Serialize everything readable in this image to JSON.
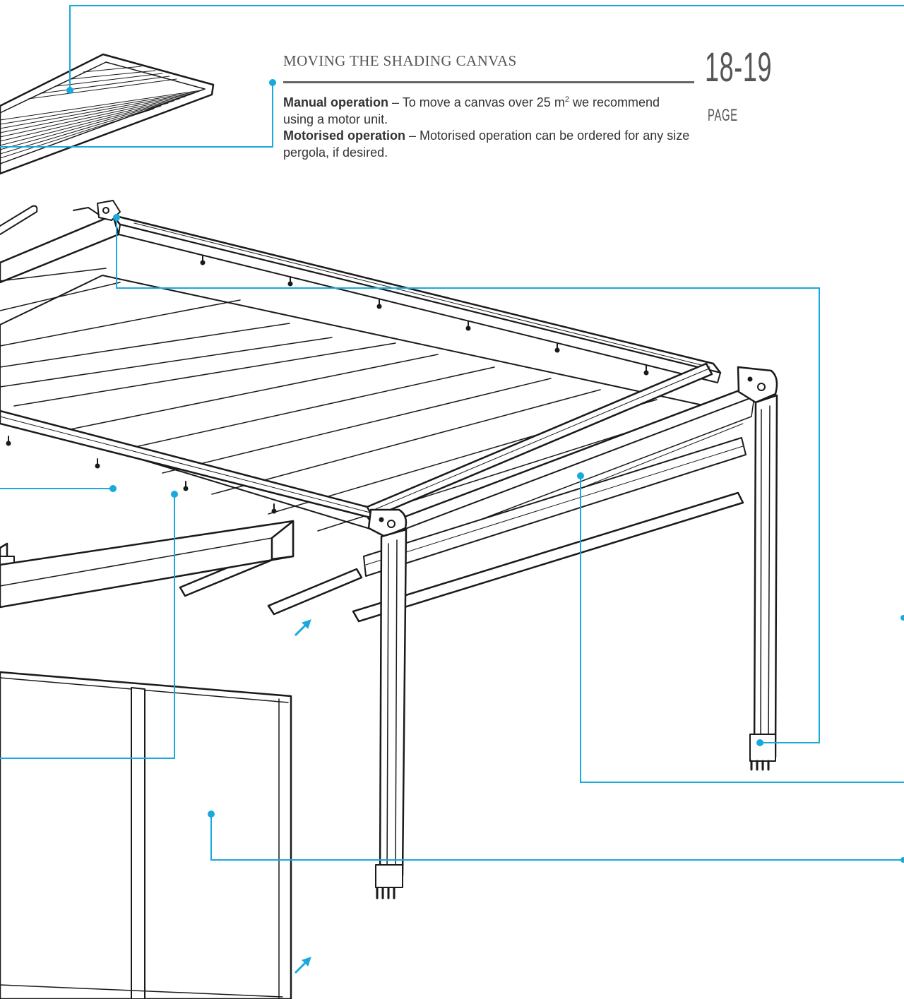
{
  "section": {
    "heading": "MOVING THE SHADING CANVAS",
    "page_range": "18-19",
    "page_label": "PAGE"
  },
  "manual": {
    "label": "Manual operation",
    "text_before_sup": " – To move a canvas over 25 m",
    "sup": "2",
    "text_after_sup": " we recommend using a motor unit."
  },
  "motorised": {
    "label": "Motorised operation",
    "text": " – Motorised operation can be ordered for any size pergola, if desired."
  },
  "colors": {
    "callout": "#1aa9dc",
    "frame": "#1a1a1a",
    "text": "#333333",
    "heading": "#555555"
  }
}
